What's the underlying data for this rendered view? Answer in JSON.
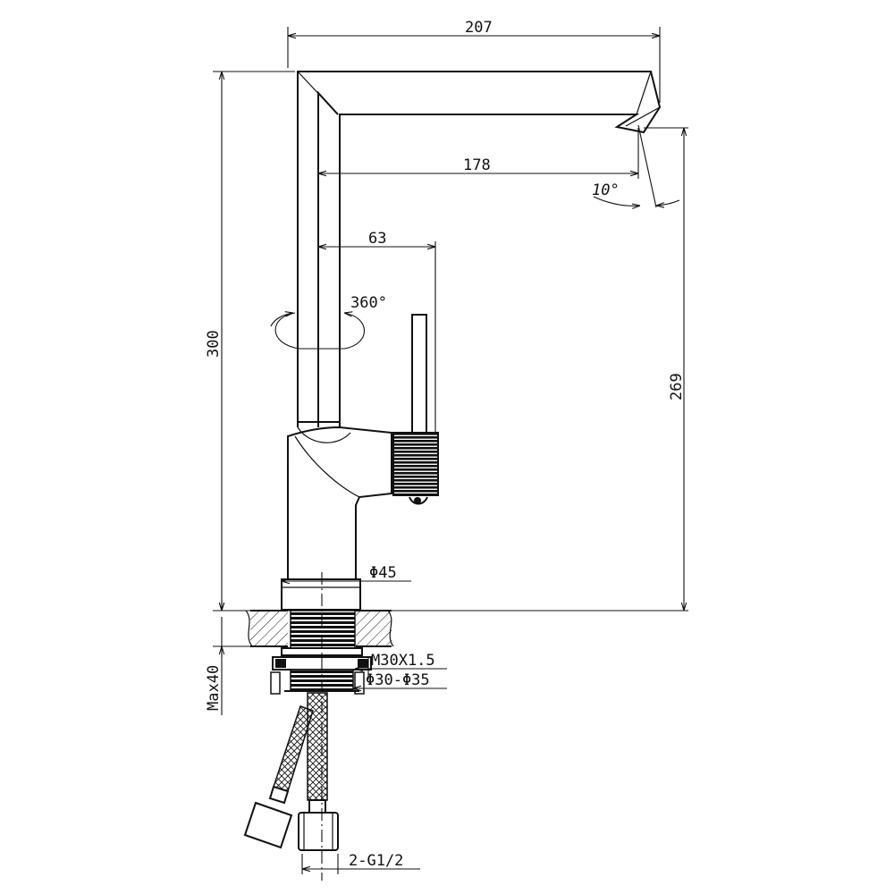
{
  "dimensions": {
    "overall_width": "207",
    "spout_reach": "178",
    "spout_angle": "10°",
    "handle_offset": "63",
    "rotation": "360°",
    "overall_height": "300",
    "spout_height": "269",
    "base_diameter": "Φ45",
    "thread": "M30X1.5",
    "hole_diameter": "Φ30-Φ35",
    "max_thickness": "Max40",
    "hose_connection": "2-G1/2"
  }
}
